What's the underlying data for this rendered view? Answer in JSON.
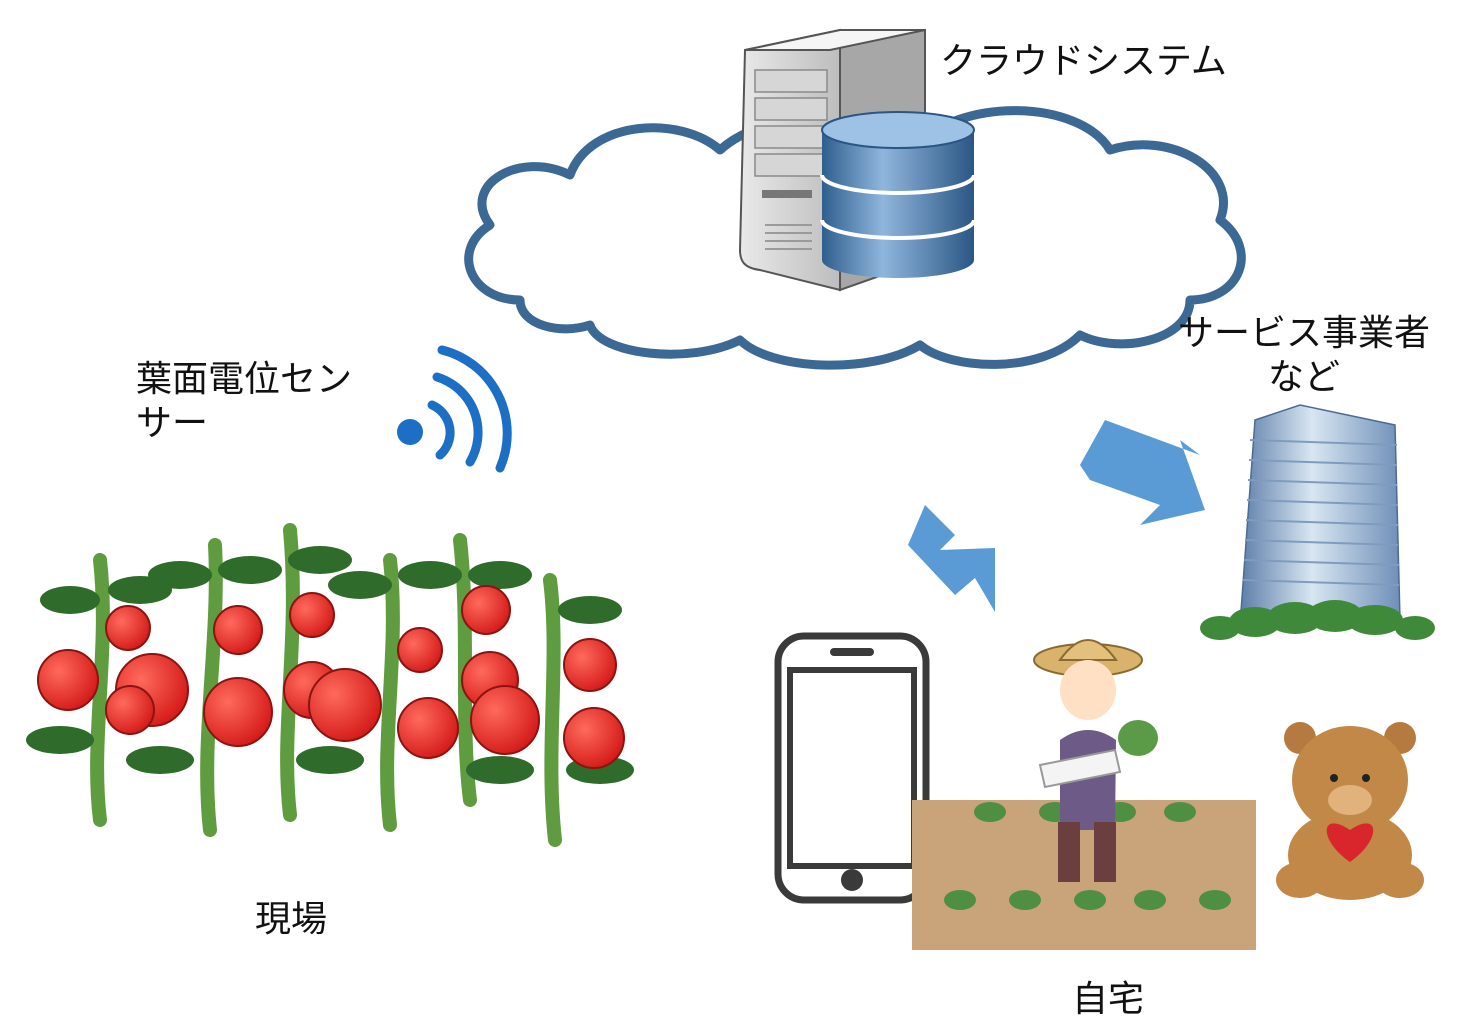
{
  "labels": {
    "cloud_system": "クラウドシステム",
    "sensor_line1": "葉面電位セン",
    "sensor_line2": "サー",
    "service_line1": "サービス事業者",
    "service_line2": "など",
    "field": "現場",
    "home": "自宅"
  },
  "icons": {
    "server": "server-icon",
    "database": "database-icon",
    "cloud": "cloud-icon",
    "wireless": "wireless-signal-icon",
    "tomatoes": "tomato-plants-icon",
    "building": "office-building-icon",
    "smartphone": "smartphone-icon",
    "farmer": "farmer-icon",
    "teddy_bear": "teddy-bear-icon",
    "arrow": "arrow-icon"
  },
  "colors": {
    "cloud_outline": "#3b6993",
    "wireless": "#1c6fc4",
    "arrow": "#5a9bd6",
    "tomato": "#e0201e",
    "stem": "#6aa84f",
    "soil": "#c9a47a"
  }
}
